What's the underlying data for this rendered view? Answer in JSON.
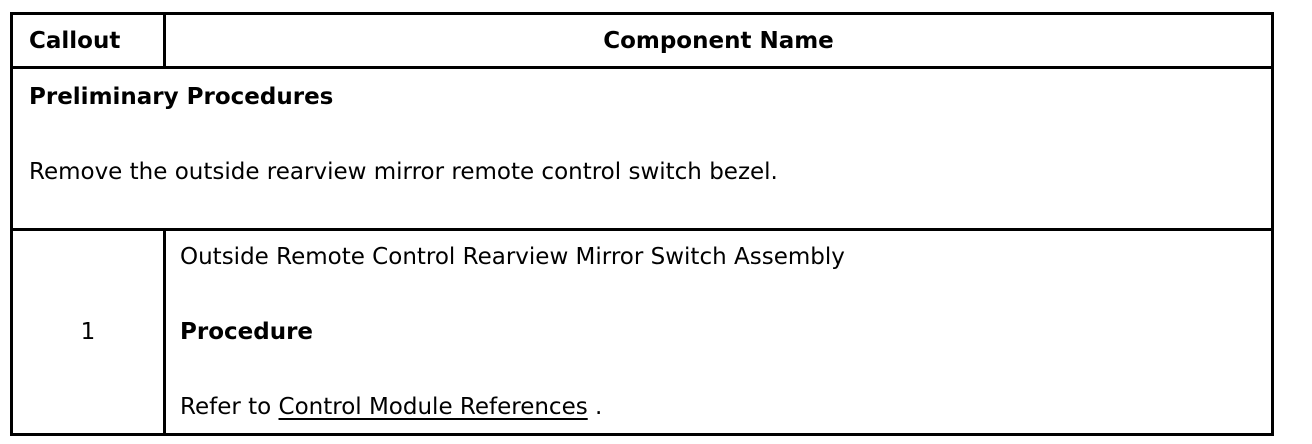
{
  "table": {
    "header": {
      "callout_label": "Callout",
      "component_label": "Component Name"
    },
    "preliminary": {
      "title": "Preliminary Procedures",
      "instruction": "Remove the outside rearview mirror remote control switch bezel."
    },
    "rows": [
      {
        "callout": "1",
        "component_name": "Outside Remote Control Rearview Mirror Switch Assembly",
        "procedure_label": "Procedure",
        "refer_prefix": "Refer to ",
        "link_text": "Control Module References",
        "refer_suffix": " ."
      }
    ],
    "colors": {
      "border": "#000000",
      "text": "#000000",
      "background": "#ffffff"
    }
  }
}
